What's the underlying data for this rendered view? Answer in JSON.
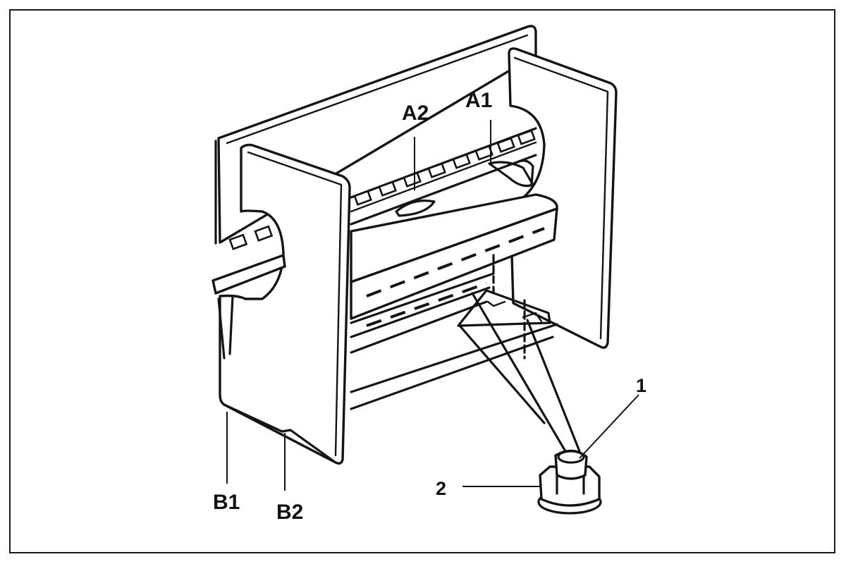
{
  "labels": {
    "a1": "A1",
    "a2": "A2",
    "b1": "B1",
    "b2": "B2",
    "part1": "1",
    "part2": "2"
  }
}
